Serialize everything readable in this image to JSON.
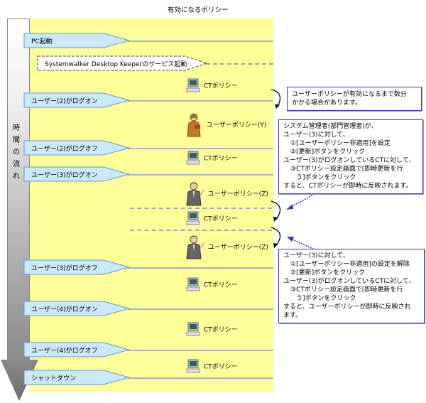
{
  "header": {
    "title": "有効になるポリシー"
  },
  "time_axis": {
    "label_chars": [
      "時",
      "間",
      "の",
      "流",
      "れ"
    ]
  },
  "events": [
    {
      "label": "PC起動",
      "style": "solid"
    },
    {
      "label": "Systemwalker Desktop Keeperのサービス起動",
      "style": "dashed"
    },
    {
      "label": "ユーザー(2)がログオン",
      "style": "solid"
    },
    {
      "label": "ユーザー(2)がログオフ",
      "style": "solid"
    },
    {
      "label": "ユーザー(3)がログオン",
      "style": "solid"
    },
    {
      "label": "ユーザー(3)がログオフ",
      "style": "solid"
    },
    {
      "label": "ユーザー(4)がログオン",
      "style": "solid"
    },
    {
      "label": "ユーザー(4)がログオフ",
      "style": "solid"
    },
    {
      "label": "シャットダウン",
      "style": "solid"
    }
  ],
  "policies": [
    {
      "label": "CTポリシー",
      "icon": "computer-icon"
    },
    {
      "label": "ユーザーポリシー(Y)",
      "icon": "woman-user-icon"
    },
    {
      "label": "CTポリシー",
      "icon": "computer-icon"
    },
    {
      "label": "ユーザーポリシー(Z)",
      "icon": "man-user-icon"
    },
    {
      "label": "CTポリシー",
      "icon": "computer-icon"
    },
    {
      "label": "ユーザーポリシー(Z)",
      "icon": "man-user-icon"
    },
    {
      "label": "CTポリシー",
      "icon": "computer-icon"
    },
    {
      "label": "CTポリシー",
      "icon": "computer-icon"
    },
    {
      "label": "CTポリシー",
      "icon": "computer-icon"
    }
  ],
  "notes": {
    "delay": [
      "ユーザーポリシーが有効になるまで数分",
      "かかる場合があります。"
    ],
    "apply_ct": [
      "システム管理者(部門管理者)が、",
      "ユーザー(3)に対して、",
      "①[ユーザーポリシー非適用]を設定",
      "②[更新]ボタンをクリック",
      "ユーザー(3)がログオンしているCTに対して、",
      "③CTポリシー設定画面で[即時更新を行",
      "う]ボタンをクリック",
      "すると、CTポリシーが即時に反映されます。"
    ],
    "apply_user": [
      "ユーザー(3)に対して、",
      "①[ユーザーポリシー非適用]の設定を解除",
      "②[更新]ボタンをクリック",
      "ユーザー(3)がログオンしているCTに対して、",
      "③CTポリシー設定画面で[即時更新を行",
      "う]ボタンをクリック",
      "すると、ユーザーポリシーが即時に反映され",
      "ます。"
    ]
  },
  "colors": {
    "zone": "#ffff99",
    "event_fill": "#cce8fb",
    "event_border": "#5b9bd5",
    "note_border": "#3333cc",
    "pointer": "#3333cc"
  }
}
